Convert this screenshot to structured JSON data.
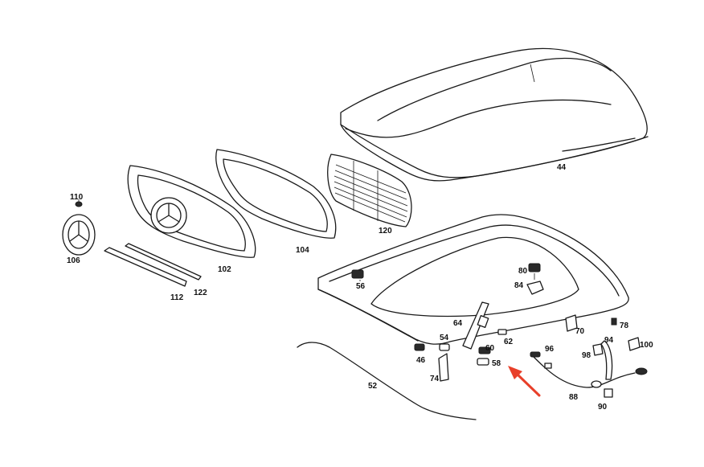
{
  "labels": {
    "p44": "44",
    "p120": "120",
    "p104": "104",
    "p102": "102",
    "p110": "110",
    "p106": "106",
    "p112": "112",
    "p122": "122",
    "p56": "56",
    "p80": "80",
    "p84": "84",
    "p64": "64",
    "p54": "54",
    "p60": "60",
    "p62": "62",
    "p46": "46",
    "p58": "58",
    "p74": "74",
    "p52": "52",
    "p70": "70",
    "p78": "78",
    "p94": "94",
    "p100": "100",
    "p96": "96",
    "p98": "98",
    "p88": "88",
    "p90": "90"
  },
  "colors": {
    "line": "#1a1a1a",
    "arrow": "#e8402a",
    "background": "#ffffff"
  }
}
